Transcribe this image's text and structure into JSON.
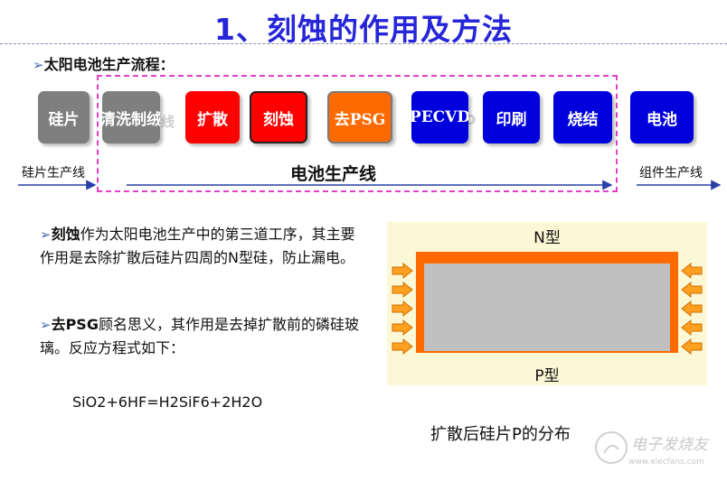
{
  "title": "1、刻蚀的作用及方法",
  "flow": {
    "heading": "太阳电池生产流程：",
    "steps": [
      "硅片",
      "清洗制绒",
      "扩散",
      "刻蚀",
      "去PSG",
      "PECVD",
      "印刷",
      "烧结",
      "电池"
    ],
    "wafer_line": "硅片生产线",
    "cell_line": "电池生产线",
    "module_line": "组件生产线"
  },
  "desc": {
    "p1_kw": "刻蚀",
    "p1_text": "作为太阳电池生产中的第三道工序，其主要作用是去除扩散后硅片四周的N型硅，防止漏电。",
    "p2_kw": "去PSG",
    "p2_text": "顾名思义，其作用是去掉扩散前的磷硅玻璃。反应方程式如下：",
    "equation": "SiO2+6HF=H2SiF6+2H2O"
  },
  "diagram": {
    "n_label": "N型",
    "p_label": "P型",
    "caption": "扩散后硅片P的分布",
    "colors": {
      "n_layer": "#ff6a00",
      "p_core": "#c0c0c0",
      "background": "#fcf8d6"
    }
  },
  "watermark": {
    "text": "电子发烧友",
    "url": "www.elecfans.com"
  }
}
